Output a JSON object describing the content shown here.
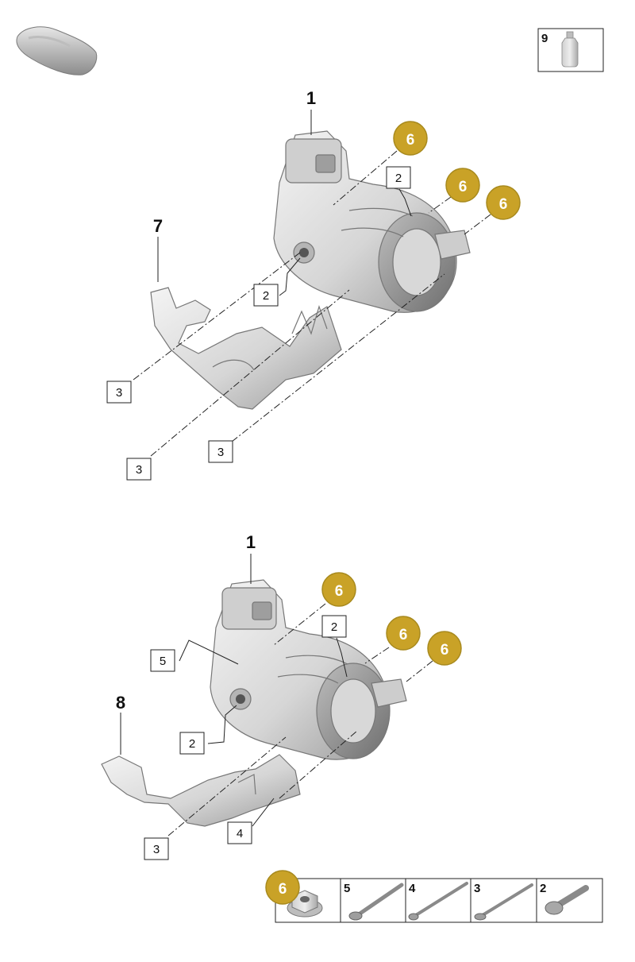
{
  "colors": {
    "callout_gold": "#c9a227",
    "callout_gold_border": "#a88a1e",
    "part_light": "#e8e8e8",
    "part_mid": "#c4c4c4",
    "part_dark": "#8a8a8a"
  },
  "icons": {
    "vehicle": "car-silhouette-icon",
    "fluid": "oil-bottle-icon"
  },
  "top_assembly": {
    "compressor_label": "1",
    "bracket_label": "7",
    "gold_callouts": [
      "6",
      "6",
      "6"
    ],
    "boxed_callouts": [
      "2",
      "2",
      "3",
      "3",
      "3"
    ]
  },
  "bottom_assembly": {
    "compressor_label": "1",
    "bracket_label": "8",
    "gold_callouts": [
      "6",
      "6",
      "6"
    ],
    "boxed_callouts": [
      "5",
      "2",
      "2",
      "3",
      "4"
    ]
  },
  "oil_box": {
    "label": "9"
  },
  "hardware_legend": {
    "nut_label": "6",
    "items": [
      "5",
      "4",
      "3",
      "2"
    ]
  }
}
